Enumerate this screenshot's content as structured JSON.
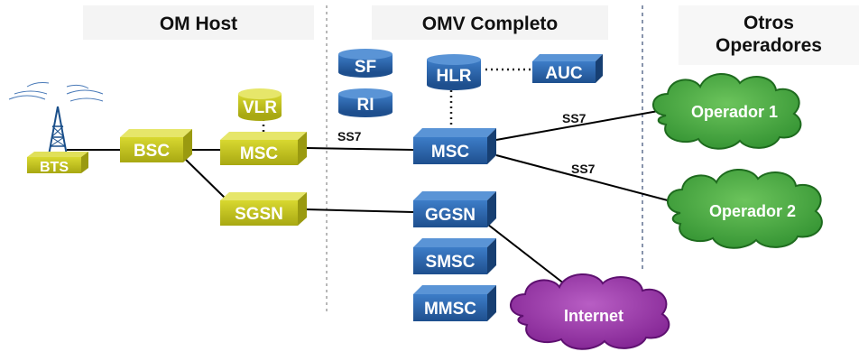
{
  "sections": {
    "host": "OM Host",
    "omv": "OMV Completo",
    "others_line1": "Otros",
    "others_line2": "Operadores"
  },
  "nodes": {
    "bts": "BTS",
    "bsc": "BSC",
    "msc_host": "MSC",
    "vlr": "VLR",
    "sgsn": "SGSN",
    "sf": "SF",
    "ri": "RI",
    "hlr": "HLR",
    "auc": "AUC",
    "msc_omv": "MSC",
    "ggsn": "GGSN",
    "smsc": "SMSC",
    "mmsc": "MMSC"
  },
  "clouds": {
    "operador1": "Operador 1",
    "operador2": "Operador 2",
    "internet": "Internet"
  },
  "links": {
    "ss7_host": "SS7",
    "ss7_op1": "SS7",
    "ss7_op2": "SS7"
  },
  "colors": {
    "host_node": "#c8c81e",
    "omv_node": "#2f6bb1",
    "operator_cloud": "#3aa83a",
    "internet_cloud": "#9b2fa8"
  }
}
